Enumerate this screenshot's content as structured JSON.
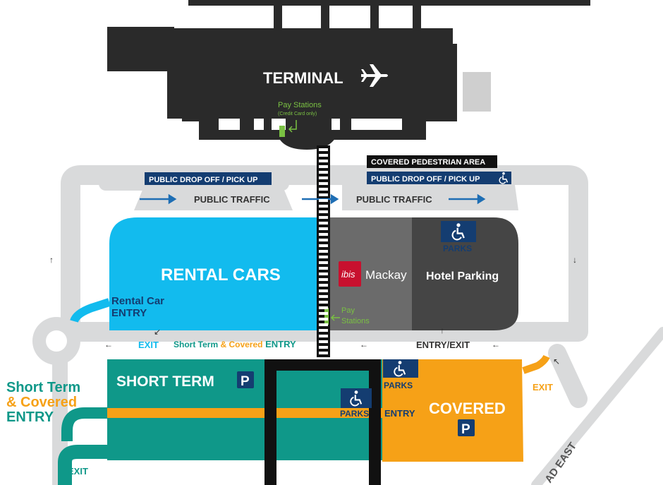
{
  "terminal": {
    "label": "TERMINAL",
    "pay_stations": "Pay Stations",
    "pay_note": "(Credit Card only)"
  },
  "covered_pedestrian_area": "COVERED PEDESTRIAN AREA",
  "drop_off_left": "PUBLIC DROP OFF / PICK UP",
  "drop_off_right": "PUBLIC DROP OFF / PICK UP",
  "traffic_left": "PUBLIC TRAFFIC",
  "traffic_right": "PUBLIC TRAFFIC",
  "rental_cars": "RENTAL CARS",
  "rental_entry_line1": "Rental Car",
  "rental_entry_line2": "ENTRY",
  "hotel": {
    "brand": "ibis",
    "name": "Mackay",
    "parking": "Hotel Parking",
    "parks": "PARKS"
  },
  "pay_stations_mid_line1": "Pay",
  "pay_stations_mid_line2": "Stations",
  "exit_left": "EXIT",
  "entry_road": {
    "part1": "Short Term ",
    "part2": "& Covered",
    "part3": " ENTRY"
  },
  "entry_exit": "ENTRY/EXIT",
  "short_term": "SHORT TERM",
  "parking_letter": "P",
  "parks_label": "PARKS",
  "entry_label": "ENTRY",
  "covered": "COVERED",
  "exit_right": "EXIT",
  "exit_bottom": "EXIT",
  "left_entry": {
    "line1": "Short Term",
    "line2": "& Covered",
    "line3": "ENTRY"
  },
  "road_east": "AD EAST",
  "colors": {
    "terminal": "#2a2a2a",
    "road": "#d9dadb",
    "rental": "#12bbee",
    "short_term": "#0f9889",
    "covered": "#f6a117",
    "hotel_dark": "#454545",
    "hotel_light": "#6b6b6b",
    "navy": "#143d71",
    "pay_green": "#7ac143",
    "arrow_blue": "#1e6eb4"
  },
  "icons": [
    "airplane-icon",
    "wheelchair-icon",
    "arrow-icon"
  ]
}
